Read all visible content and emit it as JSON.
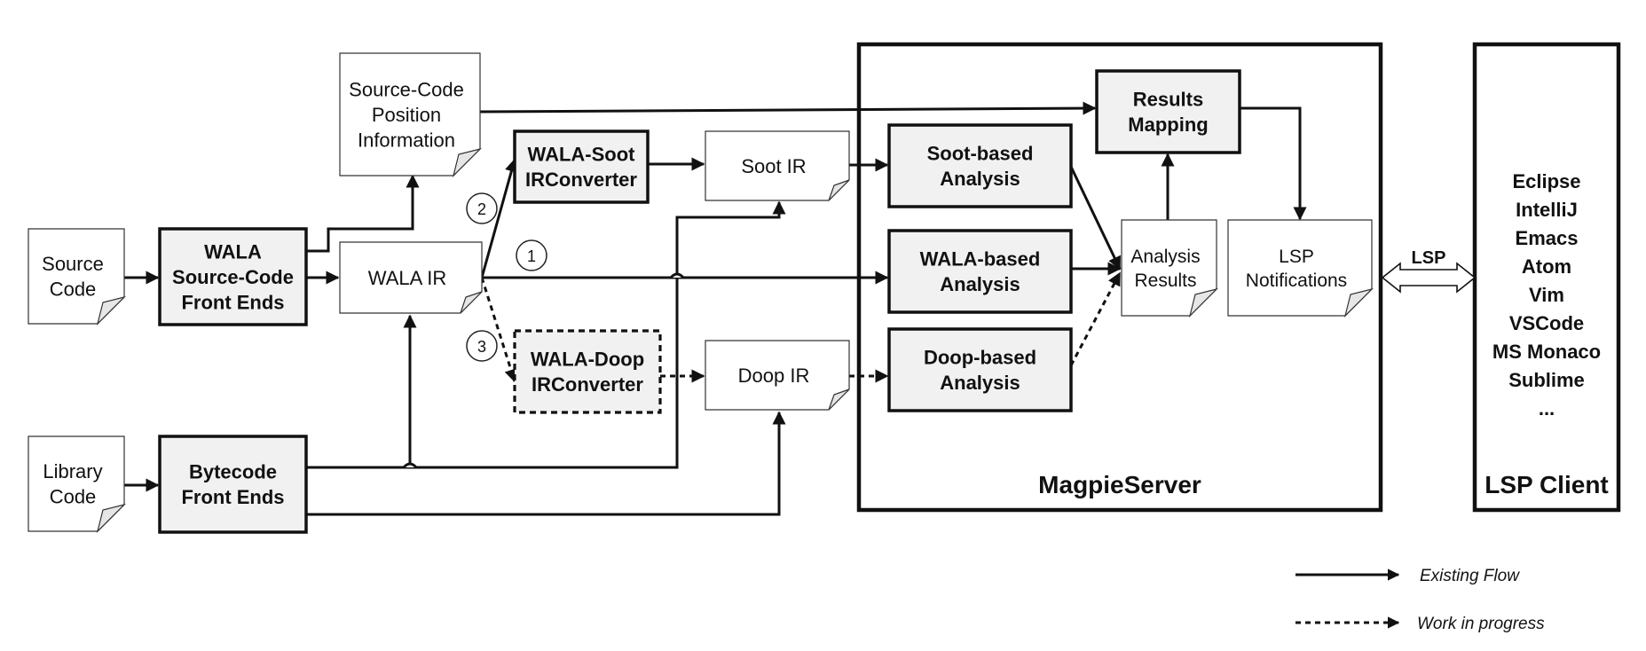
{
  "nodes": {
    "source_code": {
      "lines": [
        "Source",
        "Code"
      ]
    },
    "library_code": {
      "lines": [
        "Library",
        "Code"
      ]
    },
    "wala_source_front": {
      "lines": [
        "WALA",
        "Source-Code",
        "Front Ends"
      ]
    },
    "bytecode_front": {
      "lines": [
        "Bytecode",
        "Front Ends"
      ]
    },
    "position_info": {
      "lines": [
        "Source-Code",
        "Position",
        "Information"
      ]
    },
    "wala_ir": {
      "lines": [
        "WALA IR"
      ]
    },
    "wala_soot": {
      "lines": [
        "WALA-Soot",
        "IRConverter"
      ]
    },
    "wala_doop": {
      "lines": [
        "WALA-Doop",
        "IRConverter"
      ]
    },
    "soot_ir": {
      "lines": [
        "Soot IR"
      ]
    },
    "doop_ir": {
      "lines": [
        "Doop IR"
      ]
    },
    "soot_analysis": {
      "lines": [
        "Soot-based",
        "Analysis"
      ]
    },
    "wala_analysis": {
      "lines": [
        "WALA-based",
        "Analysis"
      ]
    },
    "doop_analysis": {
      "lines": [
        "Doop-based",
        "Analysis"
      ]
    },
    "results_mapping": {
      "lines": [
        "Results",
        "Mapping"
      ]
    },
    "analysis_results": {
      "lines": [
        "Analysis",
        "Results"
      ]
    },
    "lsp_notifications": {
      "lines": [
        "LSP",
        "Notifications"
      ]
    }
  },
  "badges": [
    "1",
    "2",
    "3"
  ],
  "server_label": "MagpieServer",
  "protocol_label": "LSP",
  "client": {
    "title": "LSP Client",
    "editors": [
      "Eclipse",
      "IntelliJ",
      "Emacs",
      "Atom",
      "Vim",
      "VSCode",
      "MS Monaco",
      "Sublime",
      "..."
    ]
  },
  "legend": {
    "existing": "Existing Flow",
    "wip": "Work in progress"
  }
}
